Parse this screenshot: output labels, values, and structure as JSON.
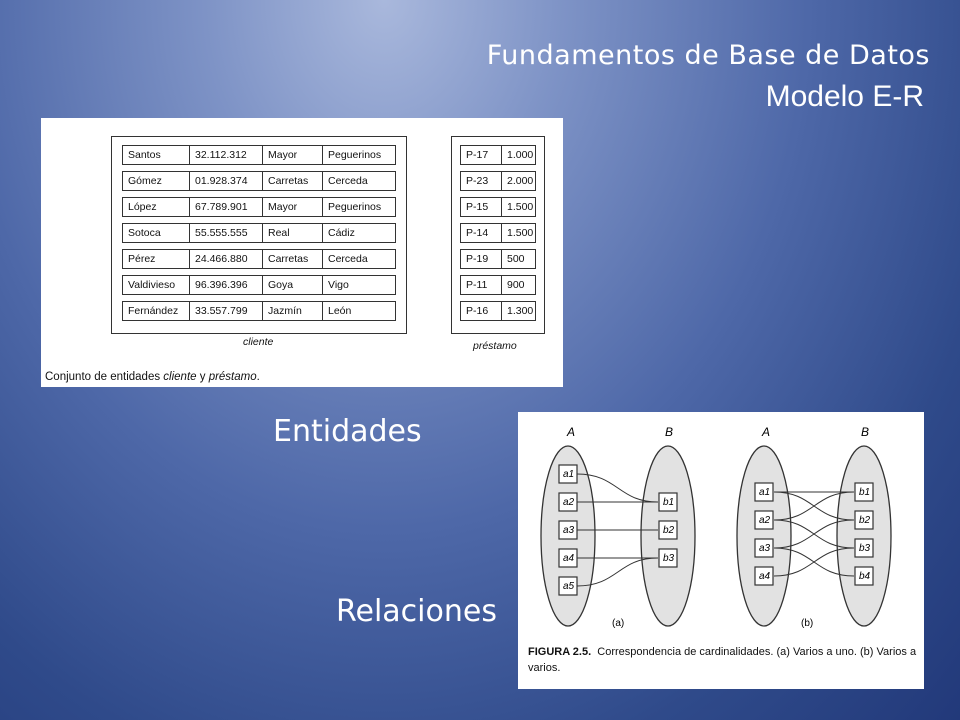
{
  "header": {
    "title_line1": "Fundamentos de Base de Datos",
    "title_line2": "Modelo E-R"
  },
  "labels": {
    "entities": "Entidades",
    "relations": "Relaciones"
  },
  "entities_figure": {
    "cliente_rows": [
      [
        "Santos",
        "32.112.312",
        "Mayor",
        "Peguerinos"
      ],
      [
        "Gómez",
        "01.928.374",
        "Carretas",
        "Cerceda"
      ],
      [
        "López",
        "67.789.901",
        "Mayor",
        "Peguerinos"
      ],
      [
        "Sotoca",
        "55.555.555",
        "Real",
        "Cádiz"
      ],
      [
        "Pérez",
        "24.466.880",
        "Carretas",
        "Cerceda"
      ],
      [
        "Valdivieso",
        "96.396.396",
        "Goya",
        "Vigo"
      ],
      [
        "Fernández",
        "33.557.799",
        "Jazmín",
        "León"
      ]
    ],
    "prestamo_rows": [
      [
        "P-17",
        "1.000"
      ],
      [
        "P-23",
        "2.000"
      ],
      [
        "P-15",
        "1.500"
      ],
      [
        "P-14",
        "1.500"
      ],
      [
        "P-19",
        "500"
      ],
      [
        "P-11",
        "900"
      ],
      [
        "P-16",
        "1.300"
      ]
    ],
    "cliente_caption": "cliente",
    "prestamo_caption": "préstamo",
    "caption_prefix": "Conjunto de entidades ",
    "caption_cliente": "cliente",
    "caption_mid": " y ",
    "caption_prestamo": "préstamo",
    "caption_suffix": "."
  },
  "relations_figure": {
    "set_a": "A",
    "set_b": "B",
    "a_items_left": [
      "a1",
      "a2",
      "a3",
      "a4",
      "a5"
    ],
    "b_items_left": [
      "b1",
      "b2",
      "b3"
    ],
    "a_items_right": [
      "a1",
      "a2",
      "a3",
      "a4"
    ],
    "b_items_right": [
      "b1",
      "b2",
      "b3",
      "b4"
    ],
    "sub_label_a": "(a)",
    "sub_label_b": "(b)",
    "caption_bold": "FIGURA 2.5.",
    "caption_text": "Correspondencia de cardinalidades. (a) Varios a uno. (b) Varios a varios."
  }
}
